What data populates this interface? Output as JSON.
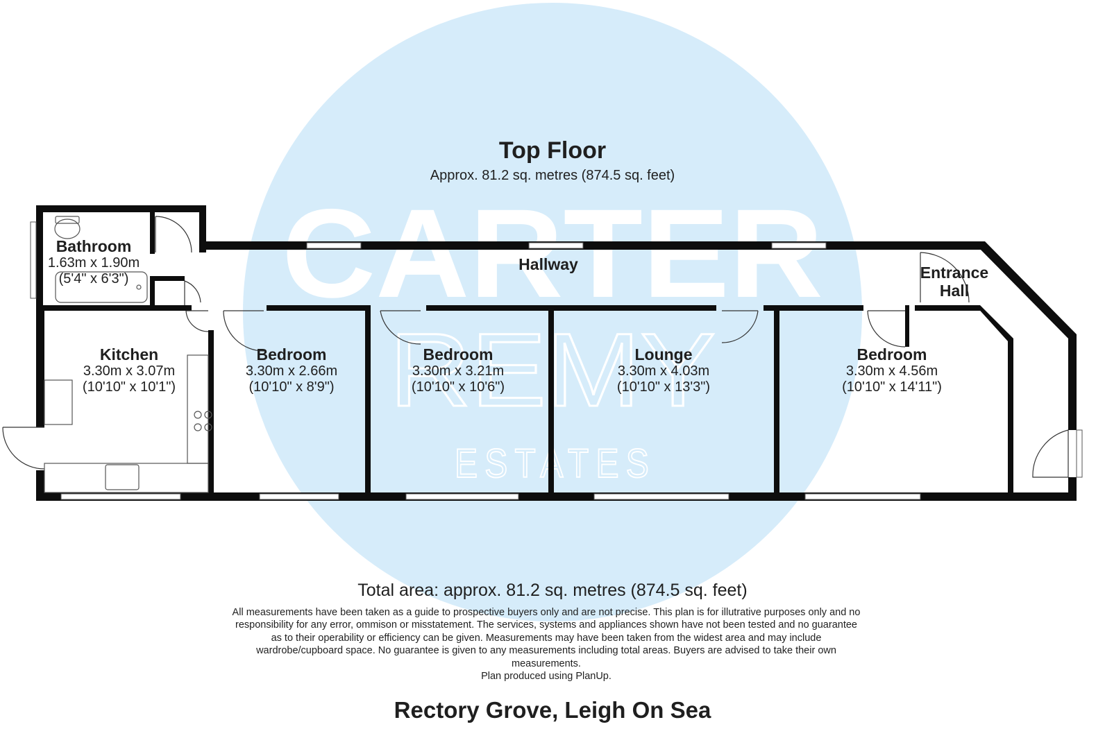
{
  "floor": {
    "title": "Top Floor",
    "area": "Approx. 81.2 sq. metres (874.5 sq. feet)"
  },
  "rooms": {
    "bathroom": {
      "name": "Bathroom",
      "metric": "1.63m x 1.90m",
      "imperial": "(5'4\" x 6'3\")"
    },
    "hallway": {
      "name": "Hallway"
    },
    "entrance_hall": {
      "name_line1": "Entrance",
      "name_line2": "Hall"
    },
    "kitchen": {
      "name": "Kitchen",
      "metric": "3.30m x 3.07m",
      "imperial": "(10'10\" x 10'1\")"
    },
    "bedroom_1": {
      "name": "Bedroom",
      "metric": "3.30m x 2.66m",
      "imperial": "(10'10\" x 8'9\")"
    },
    "bedroom_2": {
      "name": "Bedroom",
      "metric": "3.30m x 3.21m",
      "imperial": "(10'10\" x 10'6\")"
    },
    "lounge": {
      "name": "Lounge",
      "metric": "3.30m x 4.03m",
      "imperial": "(10'10\" x 13'3\")"
    },
    "bedroom_3": {
      "name": "Bedroom",
      "metric": "3.30m x 4.56m",
      "imperial": "(10'10\" x 14'11\")"
    }
  },
  "watermark": {
    "line1": "CARTER",
    "line2": "REMY",
    "line3": "ESTATES",
    "circle_color": "#d6ecfa"
  },
  "footer": {
    "total_area": "Total area: approx. 81.2 sq. metres (874.5 sq. feet)",
    "disclaimer": [
      "All measurements have been taken as a guide to prospective buyers only and are not precise. This plan is for illutrative purposes only and no",
      "responsibility for any error, ommison or misstatement. The services, systems and appliances shown have not been tested and no guarantee",
      "as to their operability or efficiency can be given. Measurements may have been taken from the widest area and may include",
      "wardrobe/cupboard space. No guarantee is given to any measurements including total areas. Buyers are advised to take their own",
      "measurements.",
      "Plan produced using PlanUp."
    ],
    "address": "Rectory Grove, Leigh On Sea"
  },
  "colors": {
    "wall": "#0d0d0d",
    "text": "#1f1f1f",
    "window": "#ffffff"
  }
}
